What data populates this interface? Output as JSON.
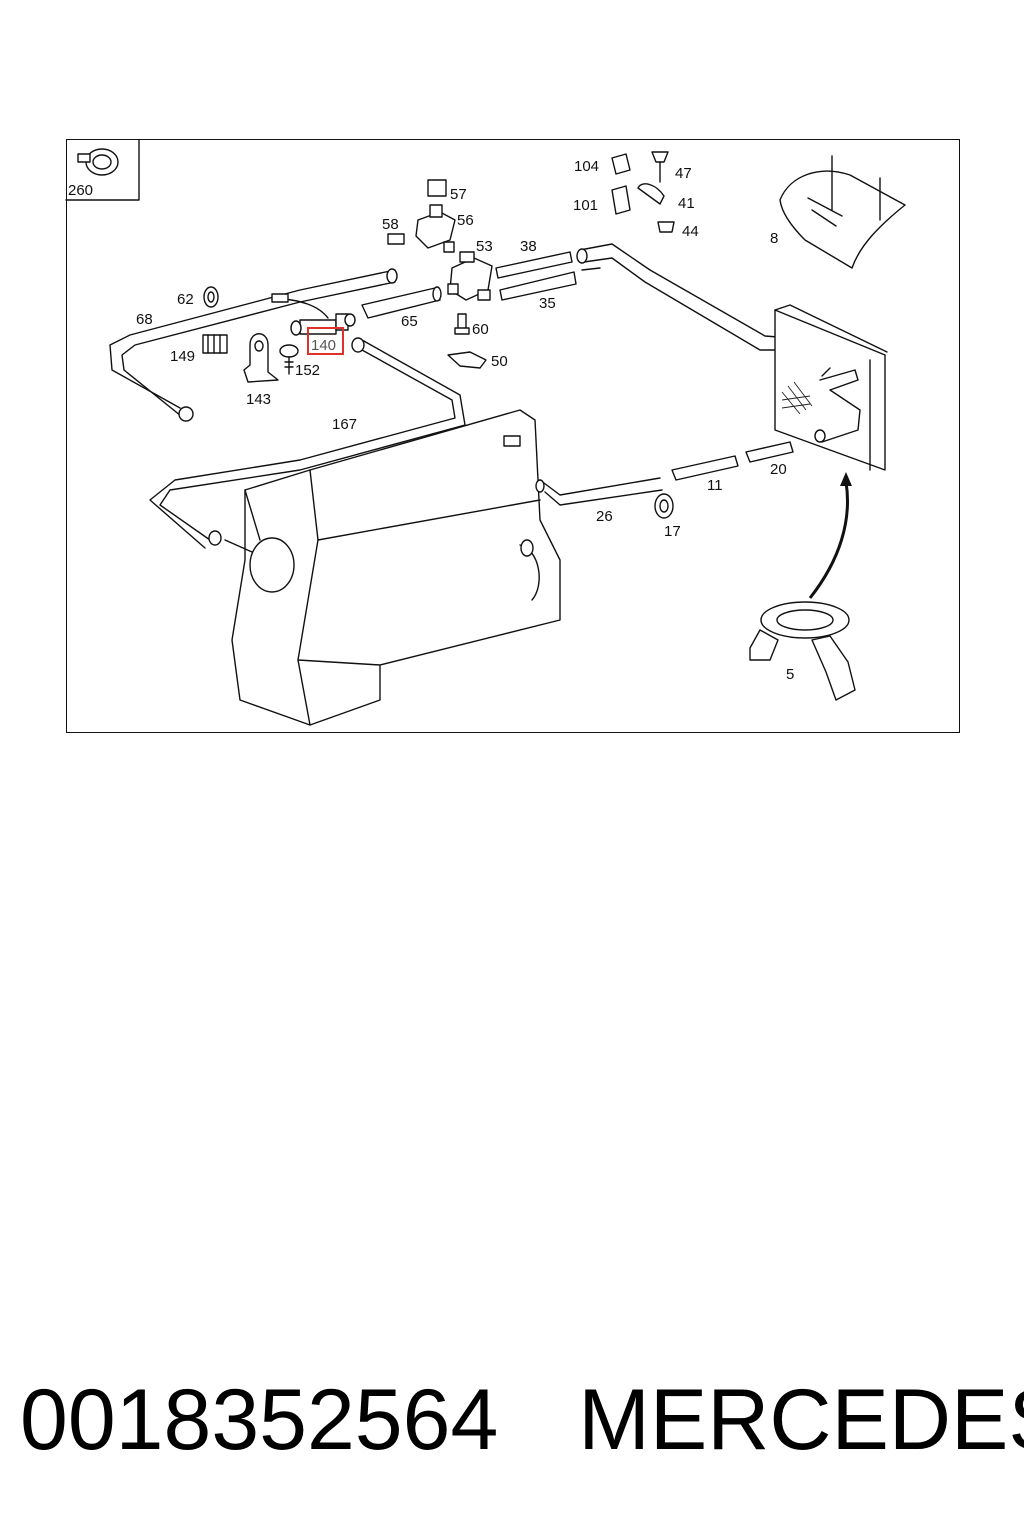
{
  "diagram": {
    "labels": [
      "260",
      "104",
      "47",
      "101",
      "41",
      "44",
      "57",
      "56",
      "58",
      "53",
      "38",
      "8",
      "35",
      "62",
      "68",
      "65",
      "60",
      "149",
      "140",
      "152",
      "50",
      "143",
      "167",
      "20",
      "11",
      "26",
      "17",
      "5"
    ],
    "highlighted": "140",
    "highlight_color": "#e0302a"
  },
  "caption": {
    "part_number": "0018352564",
    "brand": "MERCEDES"
  }
}
